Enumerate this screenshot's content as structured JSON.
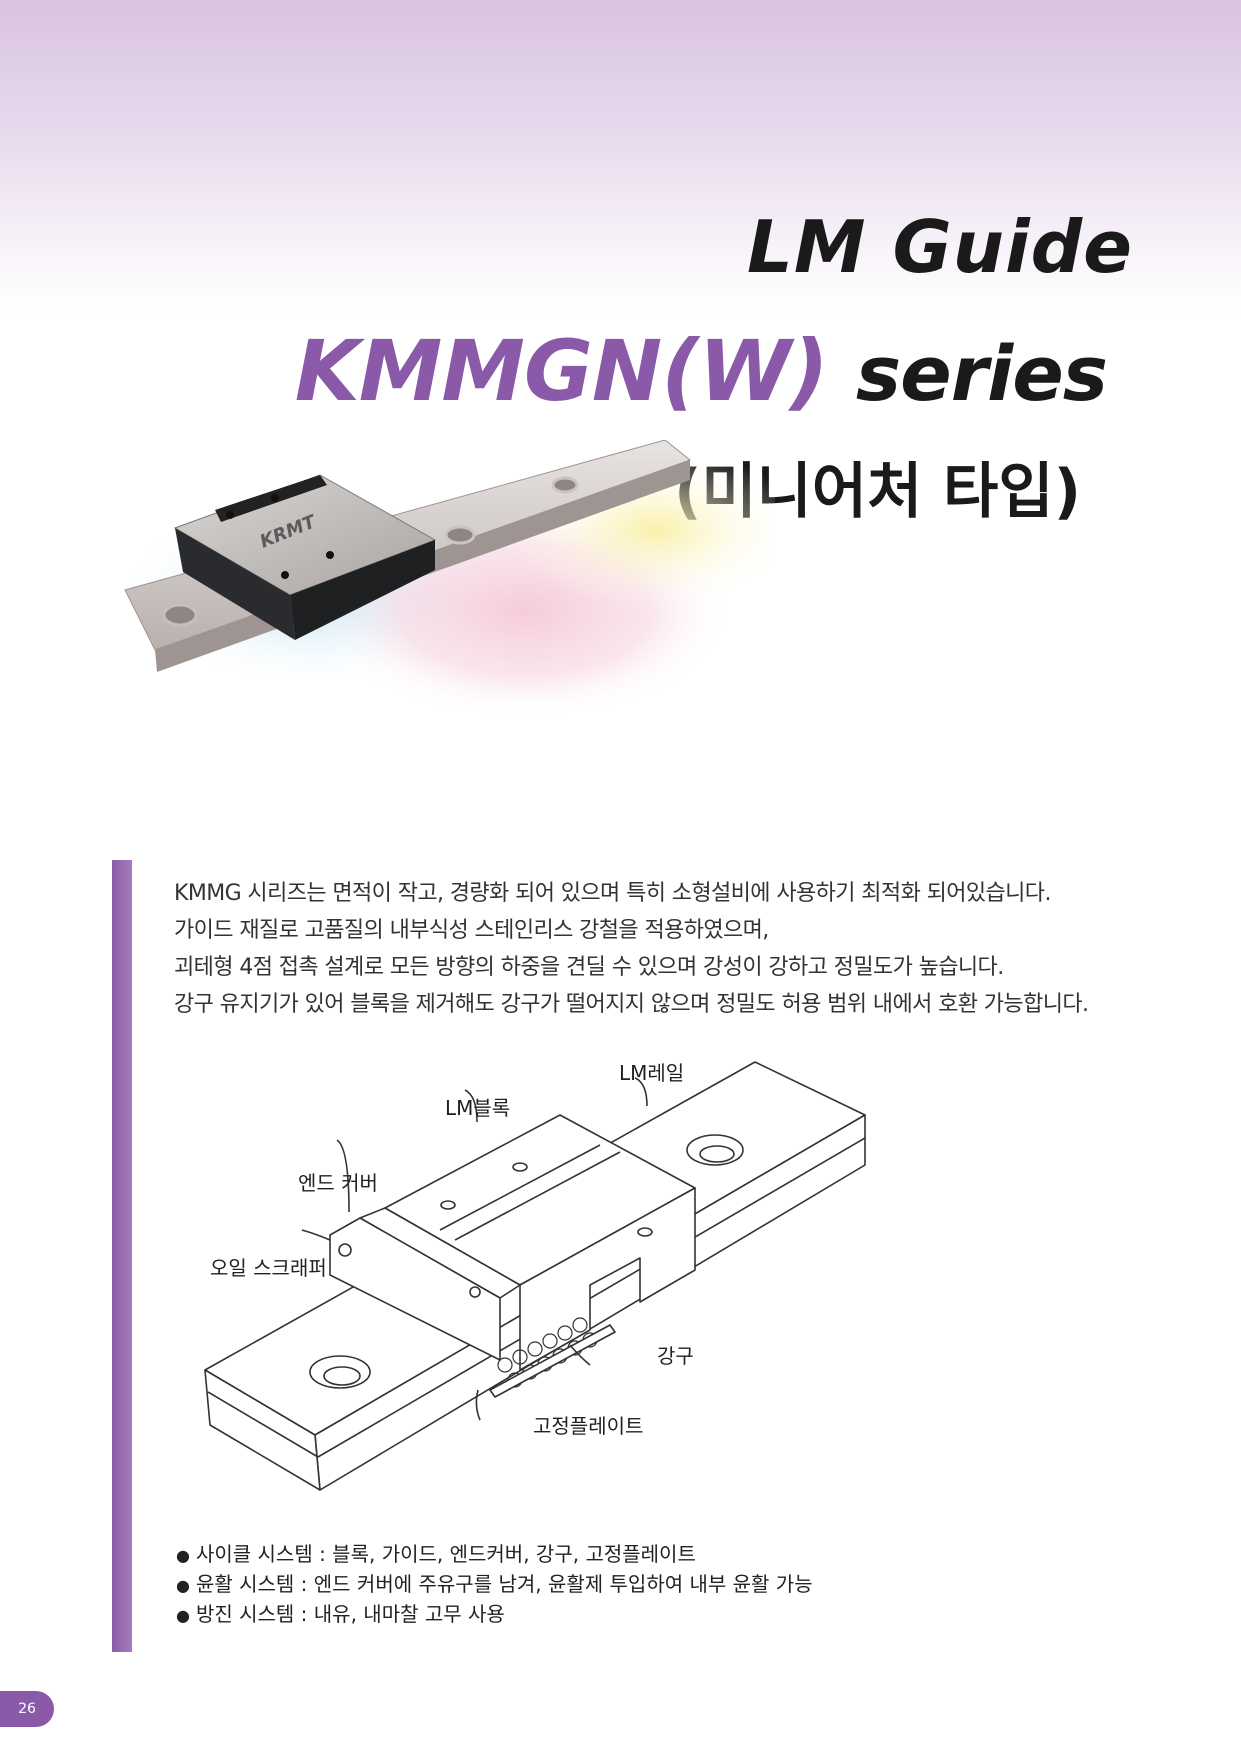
{
  "header": {
    "title_line1": "LM Guide",
    "title_series_main": "KMMGN(W)",
    "title_series_suffix": "series",
    "title_sub": "(미니어처 타입)"
  },
  "hero": {
    "logo_text": "KRMT"
  },
  "description": {
    "lines": [
      "KMMG 시리즈는 면적이 작고, 경량화 되어 있으며 특히 소형설비에 사용하기 최적화 되어있습니다.",
      "가이드 재질로 고품질의 내부식성 스테인리스 강철을 적용하였으며,",
      "괴테형 4점 접촉 설계로 모든 방향의 하중을 견딜 수 있으며 강성이 강하고 정밀도가 높습니다.",
      "강구 유지기가 있어 블록을 제거해도 강구가 떨어지지 않으며 정밀도 허용 범위 내에서 호환 가능합니다."
    ]
  },
  "diagram": {
    "labels": {
      "lm_rail": "LM레일",
      "lm_block": "LM블록",
      "end_cover": "엔드 커버",
      "oil_scraper": "오일 스크래퍼",
      "steel_ball": "강구",
      "retainer_plate": "고정플레이트"
    }
  },
  "features": [
    "사이클 시스템 : 블록, 가이드, 엔드커버, 강구, 고정플레이트",
    "윤활 시스템 : 엔드 커버에 주유구를 남겨, 윤활제 투입하여 내부 윤활 가능",
    "방진 시스템 : 내유, 내마찰 고무 사용"
  ],
  "footer": {
    "page_number": "26"
  },
  "colors": {
    "accent": "#8a5aa8",
    "text": "#1a1a1a"
  }
}
